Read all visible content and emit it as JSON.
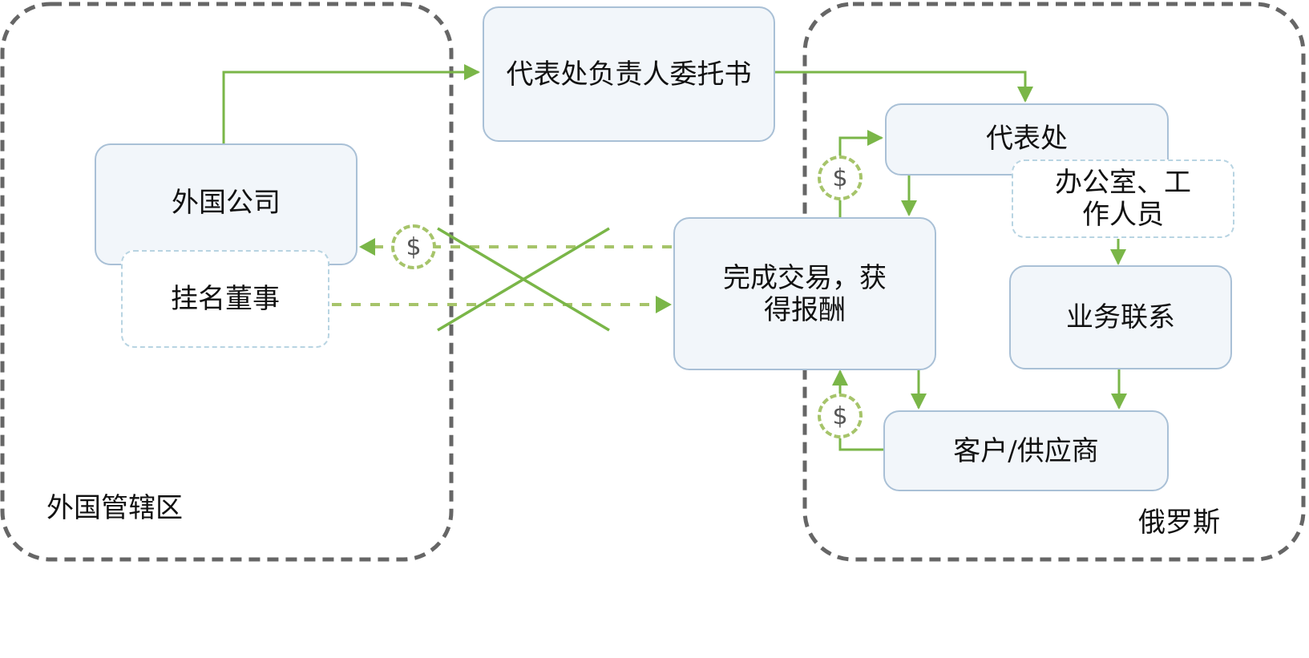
{
  "regions": {
    "foreign": "外国管辖区",
    "russia": "俄罗斯"
  },
  "nodes": {
    "foreign_company": "外国公司",
    "nominee_director": "挂名董事",
    "power_of_attorney": "代表处负责人委托书",
    "rep_office": "代表处",
    "office_staff": "办公室、工作人员",
    "deal": "完成交易，获得报酬",
    "business_contact": "业务联系",
    "clients": "客户/供应商"
  },
  "icons": {
    "money_symbol": "$"
  },
  "colors": {
    "arrow": "#7ab648",
    "money_dash": "#a6c46a",
    "region_border": "#666666",
    "box_fill": "#f2f6fa",
    "box_border": "#a9c0d6"
  }
}
